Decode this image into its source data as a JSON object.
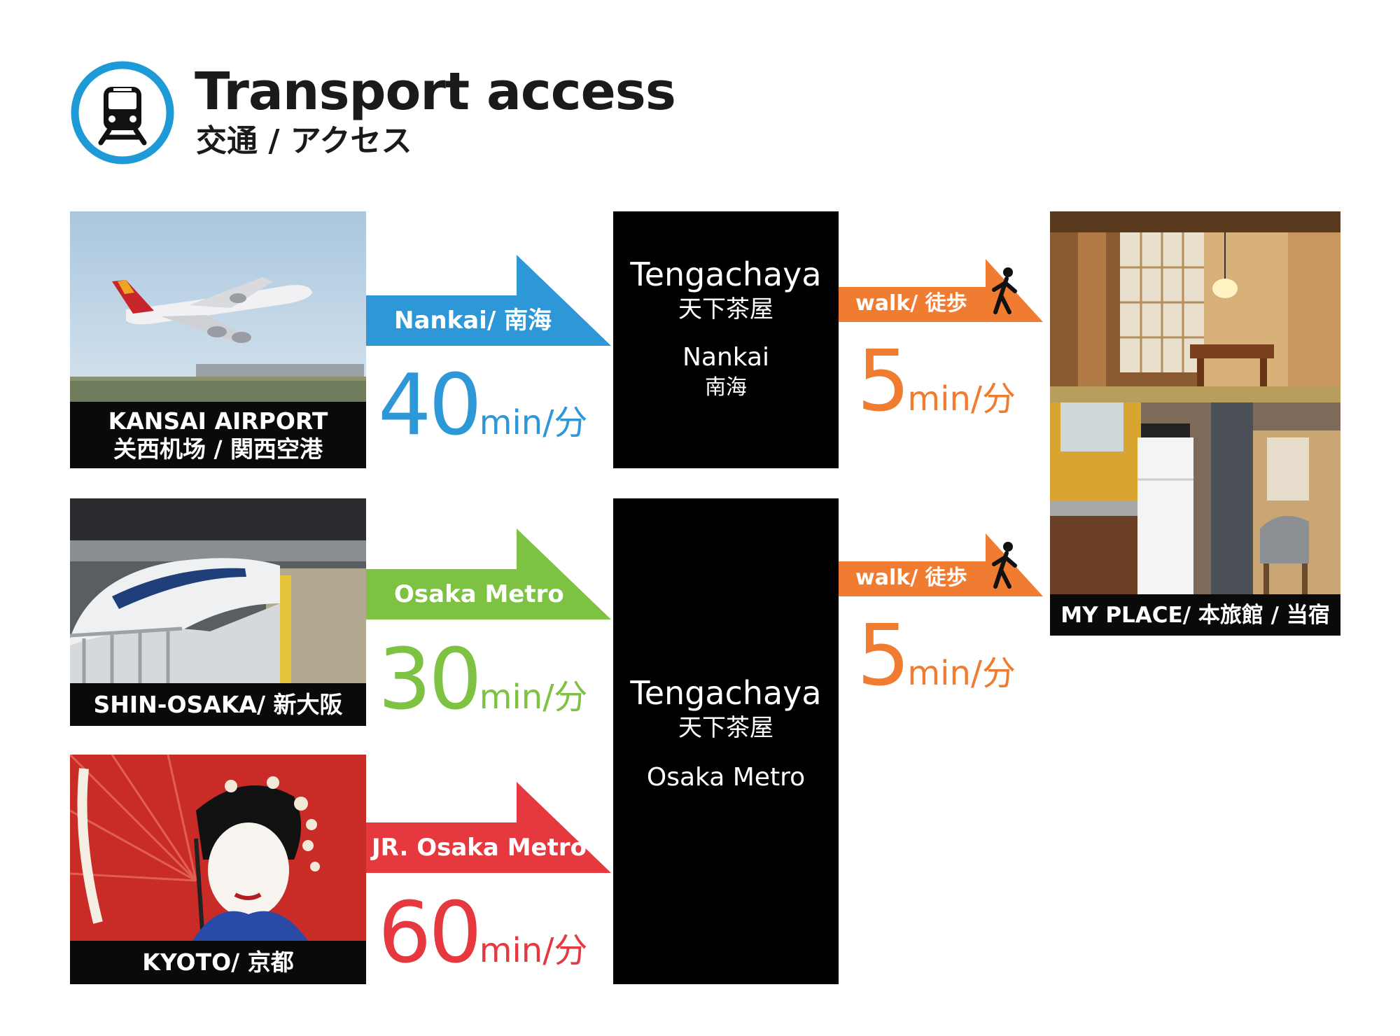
{
  "header": {
    "title": "Transport access",
    "subtitle": "交通 / アクセス",
    "icon": "train-icon",
    "icon_color": "#1e9bd7"
  },
  "colors": {
    "nankai": "#2e97d8",
    "osaka_metro": "#7dc242",
    "jr": "#e5393f",
    "walk": "#f07c32",
    "box": "#000000"
  },
  "origins": [
    {
      "caption_line1": "KANSAI AIRPORT",
      "caption_line2": "关西机场 / 関西空港",
      "image": "airplane-photo"
    },
    {
      "caption_line1": "SHIN-OSAKA/ 新大阪",
      "image": "shinkansen-photo"
    },
    {
      "caption_line1": "KYOTO/ 京都",
      "image": "geisha-photo"
    }
  ],
  "routes": [
    {
      "label": "Nankai/ 南海",
      "minutes": "40",
      "unit": "min/分"
    },
    {
      "label": "Osaka Metro",
      "minutes": "30",
      "unit": "min/分"
    },
    {
      "label": "JR. Osaka Metro",
      "minutes": "60",
      "unit": "min/分"
    }
  ],
  "stations": [
    {
      "name": "Tengachaya",
      "name_jp": "天下茶屋",
      "line": "Nankai",
      "line_jp": "南海"
    },
    {
      "name": "Tengachaya",
      "name_jp": "天下茶屋",
      "line": "Osaka Metro"
    }
  ],
  "walks": [
    {
      "label": "walk/ 徒歩",
      "minutes": "5",
      "unit": "min/分"
    },
    {
      "label": "walk/ 徒歩",
      "minutes": "5",
      "unit": "min/分"
    }
  ],
  "destination": {
    "caption": "MY PLACE/ 本旅館 / 当宿",
    "images": [
      "tatami-room-photo",
      "kitchen-photo"
    ]
  }
}
